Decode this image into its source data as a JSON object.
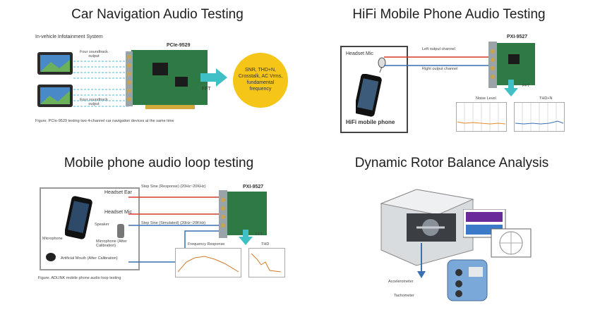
{
  "panels": {
    "car": {
      "title": "Car Navigation Audio Testing",
      "system_label": "In-vehicle Infotainment System",
      "card_label": "PCIe-9529",
      "output_top": "Four soundtrack output",
      "output_bottom": "Four soundtrack output",
      "fft": "FFT",
      "bubble": "SNR, THD+N, Crosstalk, AC Vrms, fundamental frequency",
      "caption": "Figure. PCIe-9529 testing two 4-channel car navigation devices at the same time"
    },
    "hifi": {
      "title": "HiFi Mobile Phone Audio Testing",
      "card_label": "PXI-9527",
      "headset": "Headset Mic",
      "left_channel": "Left output channel",
      "right_channel": "Right output channel",
      "phone_label": "HiFi mobile phone",
      "fft": "FFT",
      "noise": "Noise Level",
      "thd": "THD+N"
    },
    "loop": {
      "title": "Mobile phone audio loop testing",
      "card_label": "PXI-9527",
      "headset_ear": "Headset Ear",
      "headset_mic": "Headset Mic",
      "speaker": "Speaker",
      "microphone": "Microphone",
      "mic_after": "Microphone (After Calibration)",
      "mouth": "Artificial Mouth (After Calibration)",
      "step_resp": "Step Sine (Response) (20Hz~20KHz)",
      "step_sim": "Step Sine (Simulated) (20Hz~20KHz)",
      "fft": "FFT",
      "freq": "Frequency Response",
      "thd": "THD",
      "caption": "Figure. ADLINK mobile phone audio loop testing"
    },
    "rotor": {
      "title": "Dynamic Rotor Balance Analysis",
      "accelerometer": "Accelerometer",
      "tachometer": "Tachometer"
    }
  },
  "colors": {
    "arrow_teal": "#3fbfc6",
    "bubble": "#f5c518",
    "pcb_green": "#2f7a44",
    "red_line": "#d23a2a",
    "blue_line": "#3a6fb4"
  }
}
